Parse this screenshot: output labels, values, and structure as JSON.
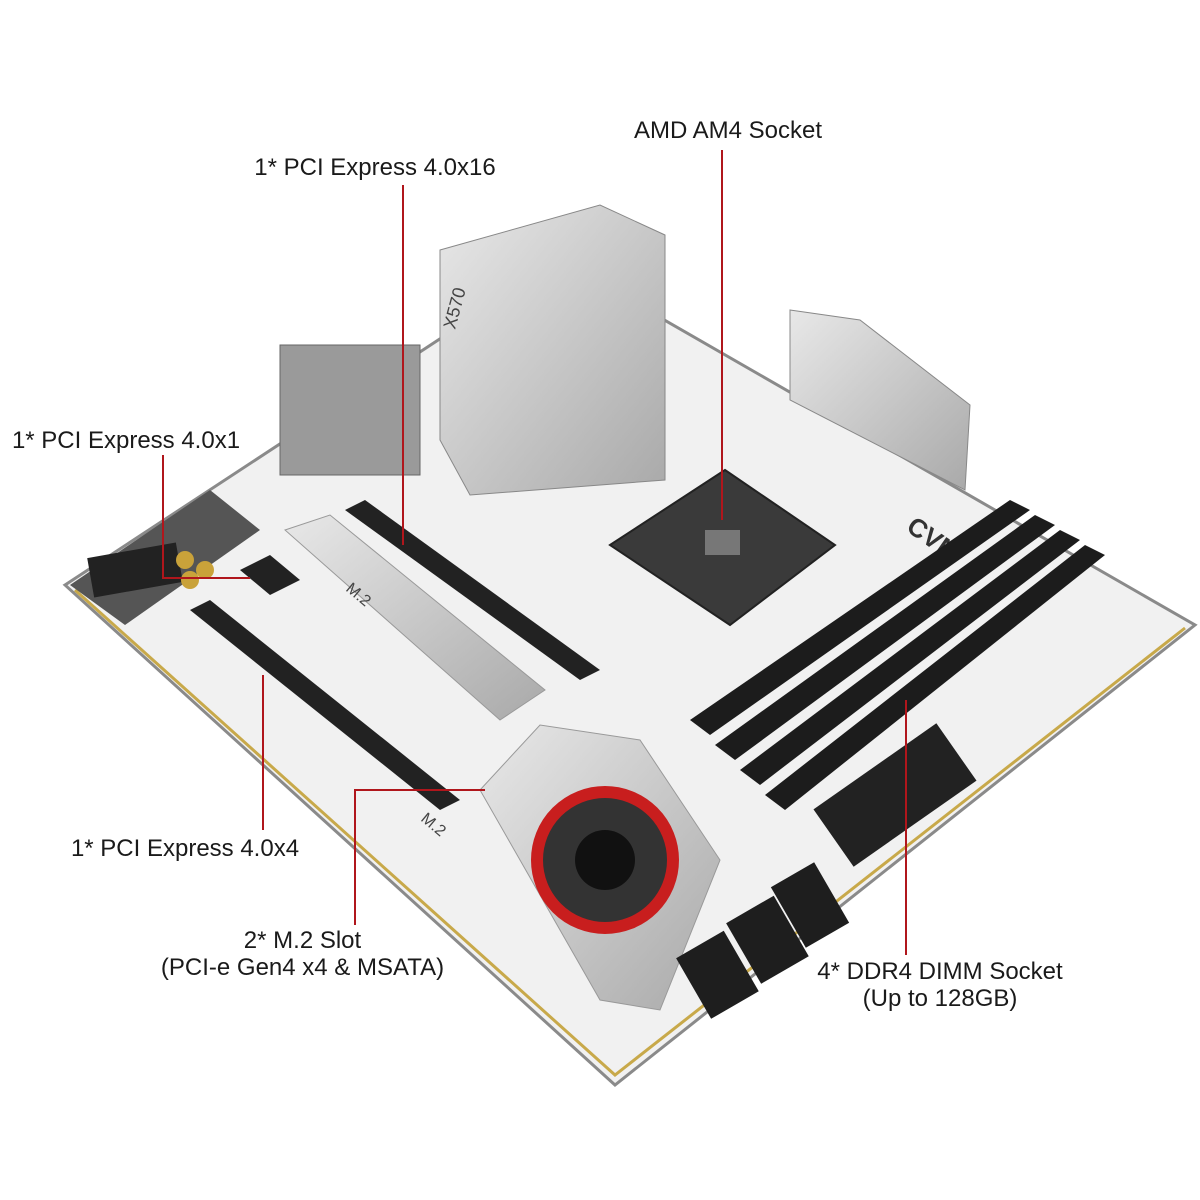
{
  "labels": {
    "socket": "AMD AM4 Socket",
    "pcie_x16": "1* PCI Express 4.0x16",
    "pcie_x1": "1* PCI Express 4.0x1",
    "pcie_x4": "1* PCI Express 4.0x4",
    "m2_line1": "2* M.2 Slot",
    "m2_line2": "(PCI-e Gen4 x4 & MSATA)",
    "dimm_line1": "4* DDR4 DIMM Socket",
    "dimm_line2": "(Up to  128GB)"
  },
  "board_markings": {
    "chipset": "X570",
    "brand": "CVN",
    "m2_a": "M.2",
    "m2_b": "M.2"
  },
  "colors": {
    "callout": "#b0161c",
    "board": "#f2f2f2",
    "heatsink": "#c9c9c9",
    "slot": "#1c1c1c",
    "fan_ring": "#c81e1e"
  }
}
